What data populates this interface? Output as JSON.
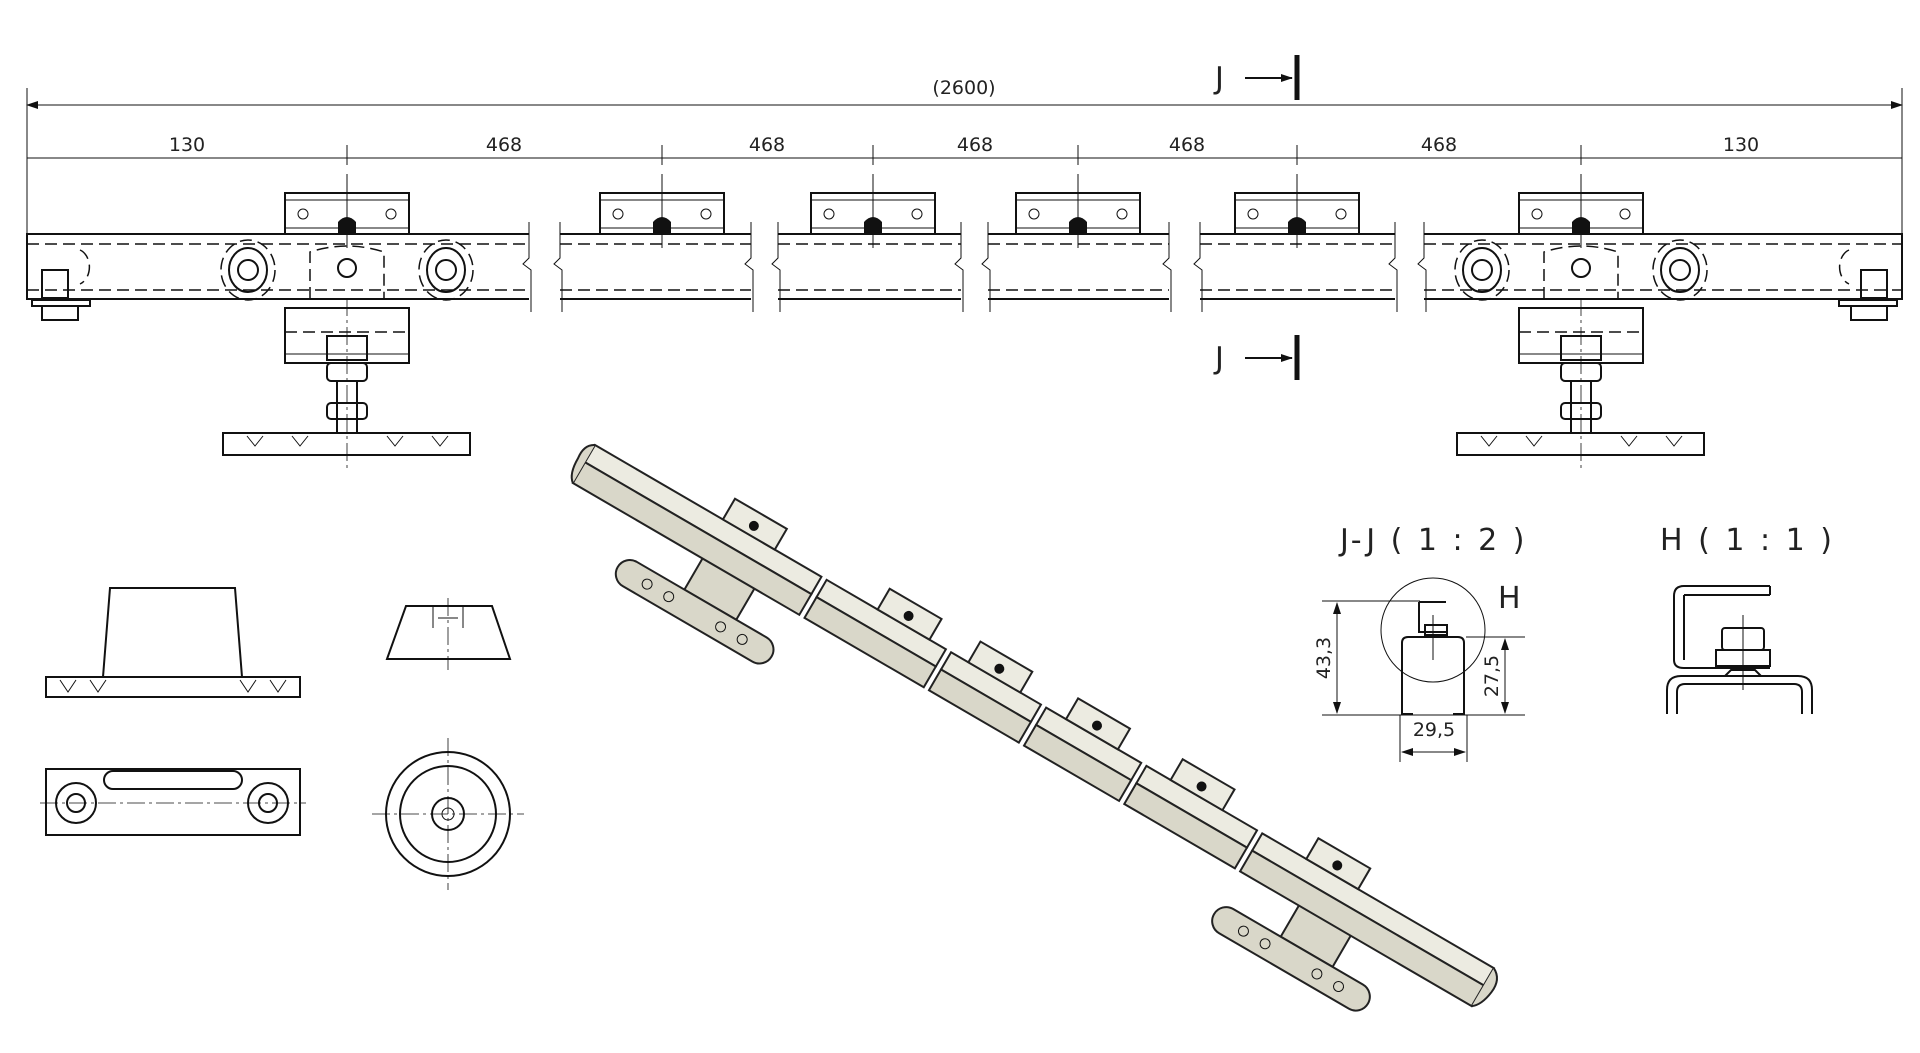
{
  "drawing": {
    "overall_dimension": "(2600)",
    "spacing_dimensions": [
      "130",
      "468",
      "468",
      "468",
      "468",
      "468",
      "130"
    ],
    "section_marker": "J",
    "section_view": {
      "title": "J-J ( 1 : 2 )",
      "detail_callout": "H",
      "height_total": "43,3",
      "height_profile": "27,5",
      "width_profile": "29,5"
    },
    "detail_view": {
      "title": "H ( 1 : 1 )"
    },
    "colors": {
      "line": "#111111",
      "rail_3d": "#d9d7c9"
    }
  }
}
